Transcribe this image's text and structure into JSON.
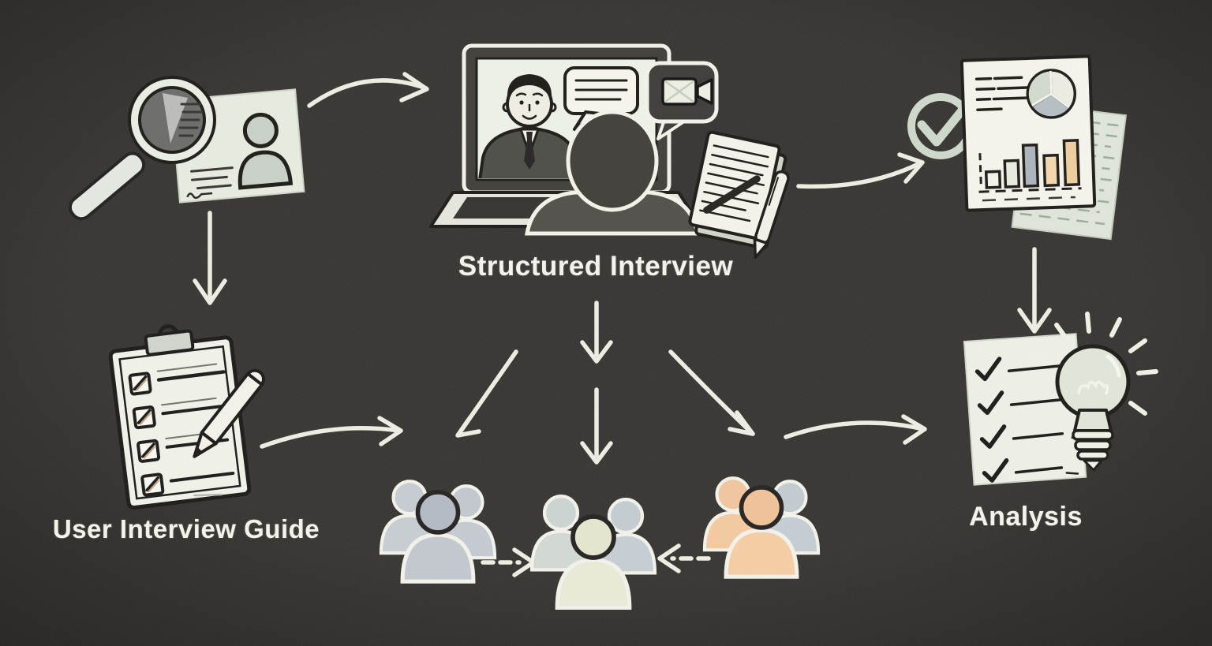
{
  "labels": {
    "structured_interview": "Structured Interview",
    "user_interview_guide": "User Interview Guide",
    "analysis": "Analysis"
  },
  "colors": {
    "background": "#2e2c29",
    "chalk_white": "#edece3",
    "paper_white": "#f2f2ea",
    "ink_outline": "#23221f",
    "sage_green": "#ccd7ca",
    "gray_blue": "#c6ccd2",
    "pale_green": "#e8e9d7",
    "peach_orange": "#f2c9a2",
    "tan_bar": "#edcc9e",
    "bulb_green": "#dfe6d7"
  },
  "diagram": {
    "type": "flowchart",
    "style": "hand-drawn chalk illustration on dark textured chalkboard",
    "nodes": [
      {
        "id": "research",
        "icon": "magnifier-over-id-card",
        "label": ""
      },
      {
        "id": "structured-interview",
        "icon": "laptop-video-call-with-notepad",
        "label": "Structured Interview"
      },
      {
        "id": "results",
        "icon": "report-with-pie-and-bar-charts",
        "label": "",
        "bar_heights": [
          20,
          33,
          52,
          38,
          56
        ],
        "pie_slices": 3,
        "has_check_circle": true
      },
      {
        "id": "user-interview-guide",
        "icon": "clipboard-checklist-with-pencil",
        "label": "User Interview Guide",
        "checklist_rows": 4
      },
      {
        "id": "group-left",
        "icon": "people-group",
        "people": 3,
        "tint": "gray"
      },
      {
        "id": "group-center",
        "icon": "people-group",
        "people": 3,
        "tint": "pale-green"
      },
      {
        "id": "group-right",
        "icon": "people-group",
        "people": 3,
        "tint": "orange"
      },
      {
        "id": "analysis",
        "icon": "checklist-document-with-lightbulb",
        "label": "Analysis",
        "checklist_rows": 4
      }
    ],
    "edges": [
      {
        "from": "research",
        "to": "structured-interview",
        "style": "curved-arrow"
      },
      {
        "from": "research",
        "to": "user-interview-guide",
        "style": "straight-down-arrow"
      },
      {
        "from": "structured-interview",
        "to": "results",
        "style": "curved-arrow"
      },
      {
        "from": "results",
        "to": "analysis",
        "style": "straight-down-arrow"
      },
      {
        "from": "structured-interview",
        "to": "group-left",
        "style": "diagonal-arrow"
      },
      {
        "from": "structured-interview",
        "to": "group-center",
        "style": "two-segment-down-arrow"
      },
      {
        "from": "structured-interview",
        "to": "group-right",
        "style": "diagonal-curved-arrow"
      },
      {
        "from": "user-interview-guide",
        "to": "group-left",
        "style": "curved-arrow"
      },
      {
        "from": "group-right",
        "to": "analysis",
        "style": "curved-arrow"
      },
      {
        "from": "group-left",
        "to": "group-center",
        "style": "dashed-arrow"
      },
      {
        "from": "group-right",
        "to": "group-center",
        "style": "dashed-arrow"
      }
    ]
  }
}
